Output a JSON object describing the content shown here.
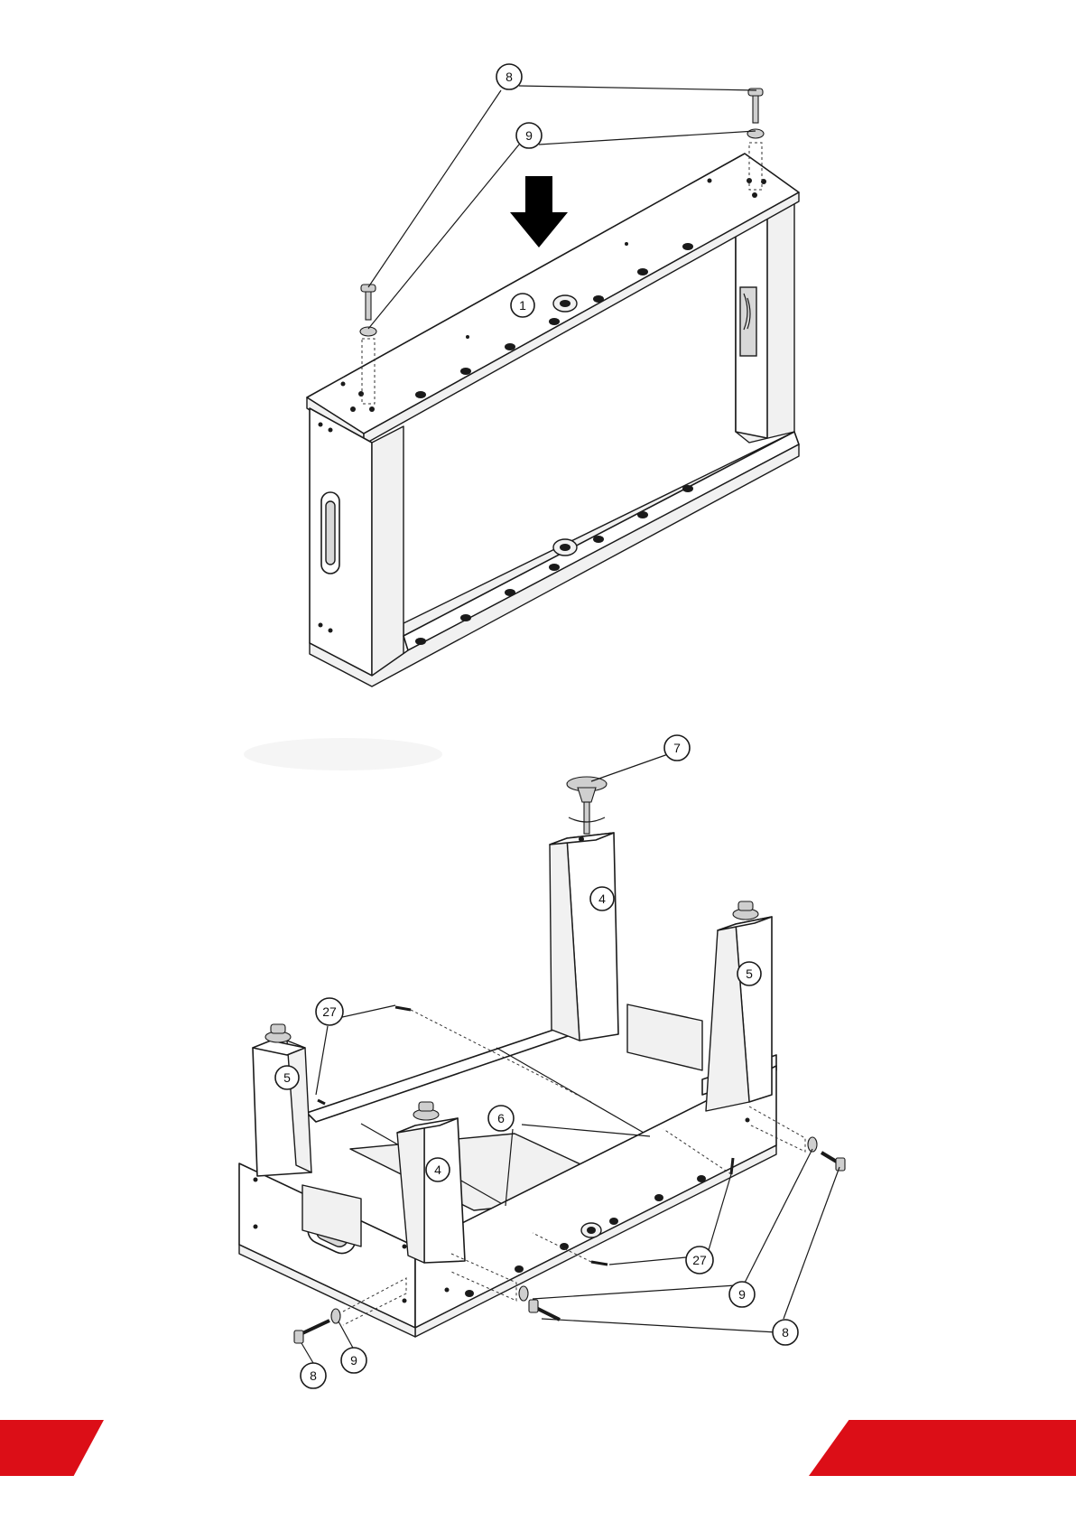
{
  "colors": {
    "accent": "#dc0e17",
    "line": "#1a1a1a"
  },
  "figure_top": {
    "callouts": {
      "frame": "1",
      "bolt": "8",
      "washer": "9"
    }
  },
  "figure_bottom": {
    "callouts": {
      "leg_left": "4",
      "leg_back": "4",
      "leg_corner_left": "5",
      "leg_corner_right": "5",
      "crossbar": "6",
      "foot": "7",
      "bolt_left": "8",
      "bolt_right": "8",
      "washer_left": "9",
      "washer_right": "9",
      "screw_top": "27",
      "screw_bottom": "27"
    }
  },
  "footer": {
    "page_number": ""
  }
}
